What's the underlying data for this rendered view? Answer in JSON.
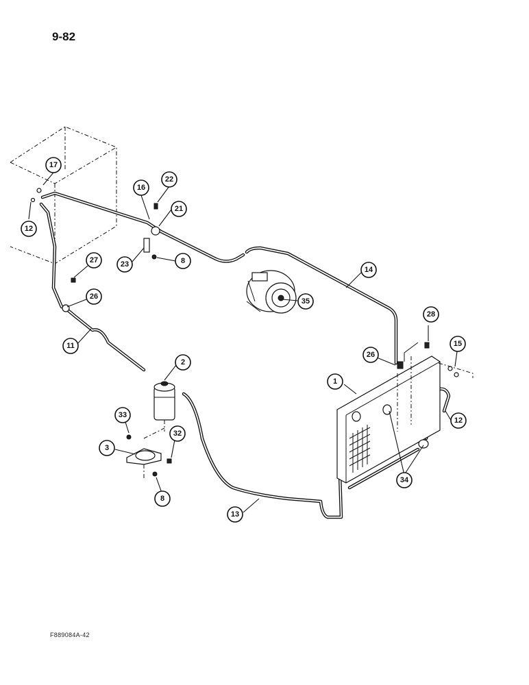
{
  "page_number": "9-82",
  "figure_code": "F889084A-42",
  "callouts": {
    "c17": "17",
    "c16": "16",
    "c22": "22",
    "c21": "21",
    "c12a": "12",
    "c27": "27",
    "c23": "23",
    "c8a": "8",
    "c14": "14",
    "c26a": "26",
    "c35": "35",
    "c11": "11",
    "c2": "2",
    "c28": "28",
    "c15": "15",
    "c26b": "26",
    "c1": "1",
    "c12b": "12",
    "c33": "33",
    "c32": "32",
    "c3": "3",
    "c8b": "8",
    "c34": "34",
    "c13": "13"
  }
}
